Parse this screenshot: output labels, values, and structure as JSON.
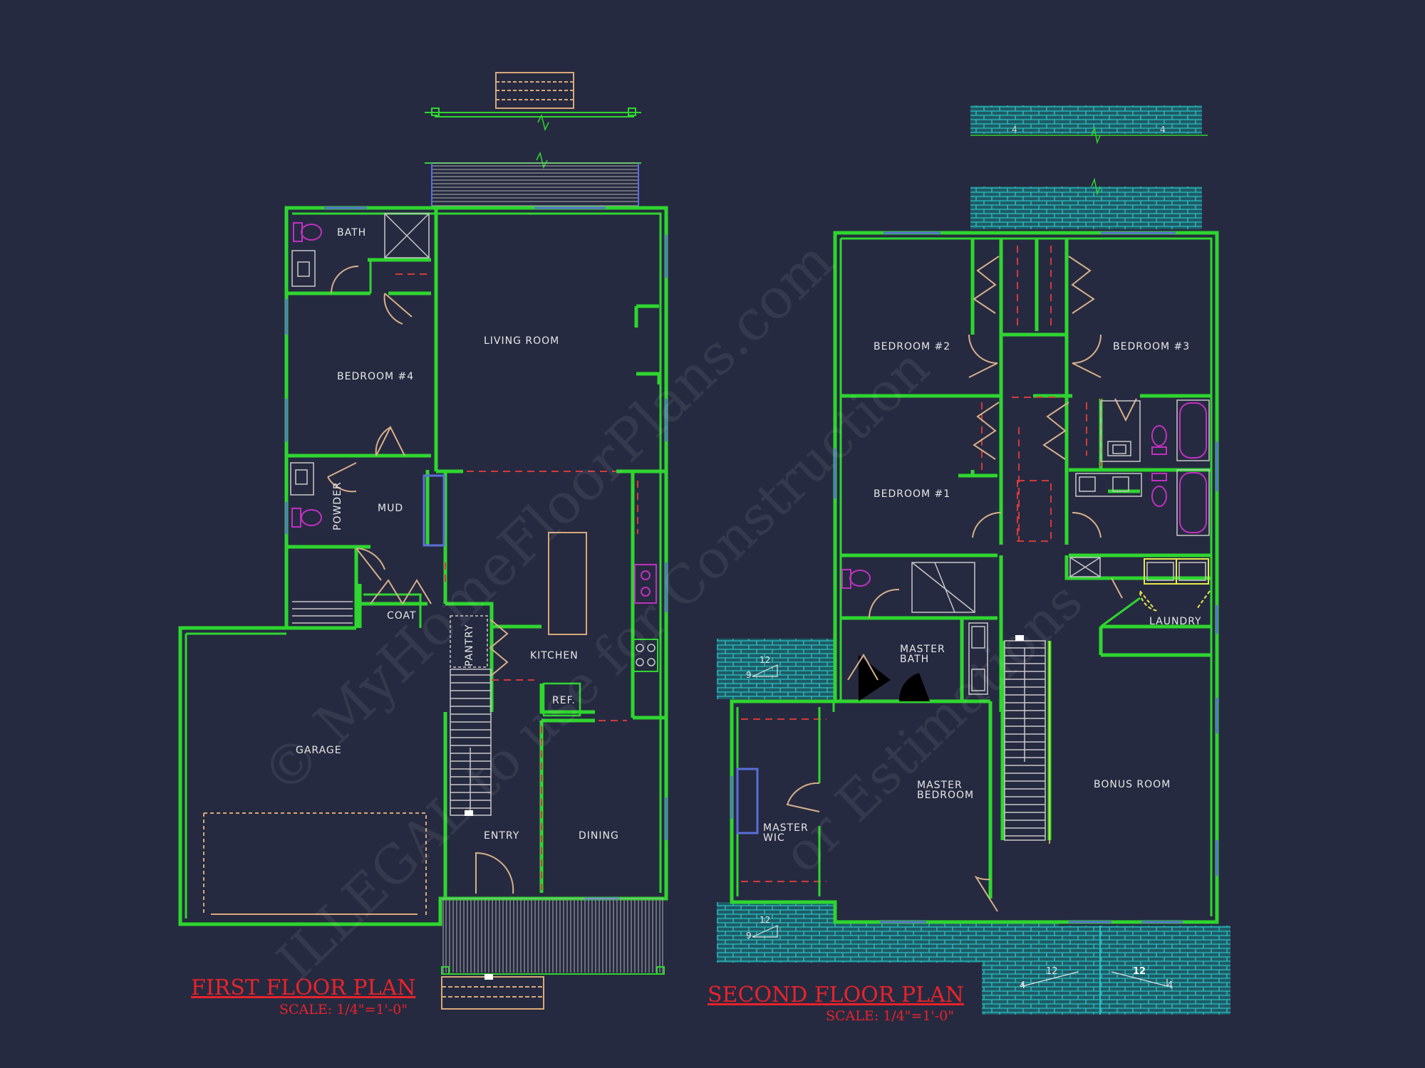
{
  "watermark": {
    "line1": "© MyHomeFloorPlans.com",
    "line2": "ILLEGAL to use for Construction",
    "line3": "or Estimations"
  },
  "first_floor": {
    "title": "FIRST FLOOR PLAN",
    "scale": "SCALE: 1/4\"=1'-0\"",
    "rooms": {
      "bath": "BATH",
      "bedroom4": "BEDROOM #4",
      "living_room": "LIVING ROOM",
      "powder": "POWDER",
      "mud": "MUD",
      "coat": "COAT",
      "pantry": "PANTRY",
      "kitchen": "KITCHEN",
      "ref": "REF.",
      "garage": "GARAGE",
      "entry": "ENTRY",
      "dining": "DINING"
    }
  },
  "second_floor": {
    "title": "SECOND FLOOR PLAN",
    "scale": "SCALE: 1/4\"=1'-0\"",
    "rooms": {
      "bedroom2": "BEDROOM #2",
      "bedroom3": "BEDROOM #3",
      "bedroom1": "BEDROOM #1",
      "master_bath_1": "MASTER",
      "master_bath_2": "BATH",
      "laundry": "LAUNDRY",
      "master_bedroom_1": "MASTER",
      "master_bedroom_2": "BEDROOM",
      "master_wic_1": "MASTER",
      "master_wic_2": "WIC",
      "bonus_room": "BONUS ROOM"
    },
    "roof_pitches": {
      "top_left": "4",
      "top_right": "4",
      "left_rise": "12",
      "left_run": "9",
      "lower_left_rise": "12",
      "lower_left_run": "9",
      "bottom_mid_rise": "12",
      "bottom_mid_run": "4",
      "bottom_right_rise": "12",
      "bottom_right_run": "4"
    }
  },
  "colors": {
    "background": "#262a40",
    "walls": "#2fd62f",
    "labels": "#e6e6e6",
    "title": "#e8232a",
    "roof": "#1fb5b5",
    "doors": "#d6b08a",
    "dashed": "#d23a3a",
    "windows": "#5a6fd8",
    "plumbing": "#c030c0"
  }
}
